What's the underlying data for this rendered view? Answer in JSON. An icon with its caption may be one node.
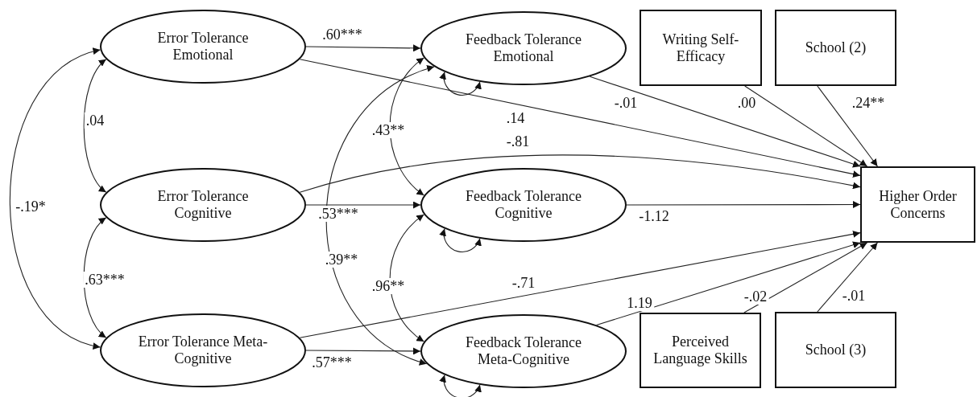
{
  "diagram": {
    "nodes": [
      {
        "text": [
          "Error Tolerance Emotional"
        ]
      },
      {
        "text": [
          "Error Tolerance Cognitive"
        ]
      },
      {
        "text": [
          "Error Tolerance Meta-Cognitive"
        ]
      },
      {
        "text": [
          "Feedback Tolerance Emotional"
        ]
      },
      {
        "text": [
          "Feedback Tolerance Cognitive"
        ]
      },
      {
        "text": [
          "Feedback Tolerance Meta-Cognitive"
        ]
      },
      {
        "text": [
          "Writing Self-Efficacy"
        ]
      },
      {
        "text": [
          "School (2)"
        ]
      },
      {
        "text": [
          "Higher Order Concerns"
        ]
      },
      {
        "text": [
          "Perceived Language Skills"
        ]
      },
      {
        "text": [
          "School (3)"
        ]
      }
    ],
    "edges": [
      {
        "from": 0,
        "to": 3,
        "arrow": "to",
        "label": ".60***"
      },
      {
        "from": 0,
        "to": 8,
        "arrow": "to",
        "label": ".14"
      },
      {
        "from": 3,
        "to": 8,
        "arrow": "to",
        "label": "-.01"
      },
      {
        "from": 6,
        "to": 8,
        "arrow": "to",
        "label": ".00"
      },
      {
        "from": 7,
        "to": 8,
        "arrow": "to",
        "label": ".24**"
      },
      {
        "from": 1,
        "to": 8,
        "arrow": "to",
        "label": "-.81"
      },
      {
        "from": 1,
        "to": 4,
        "arrow": "to",
        "label": ".53***"
      },
      {
        "from": 4,
        "to": 8,
        "arrow": "to",
        "label": "-1.12"
      },
      {
        "from": 2,
        "to": 8,
        "arrow": "to",
        "label": "-.71"
      },
      {
        "from": 5,
        "to": 8,
        "arrow": "to",
        "label": "1.19"
      },
      {
        "from": 9,
        "to": 8,
        "arrow": "to",
        "label": "-.02"
      },
      {
        "from": 10,
        "to": 8,
        "arrow": "to",
        "label": "-.01"
      },
      {
        "from": 2,
        "to": 5,
        "arrow": "to",
        "label": ".57***"
      },
      {
        "from": 0,
        "to": 1,
        "arrow": "both",
        "label": ".04"
      },
      {
        "from": 1,
        "to": 2,
        "arrow": "both",
        "label": ".63***"
      },
      {
        "from": 0,
        "to": 2,
        "arrow": "both",
        "label": "-.19*"
      },
      {
        "from": 3,
        "to": 4,
        "arrow": "both",
        "label": ".43**"
      },
      {
        "from": 4,
        "to": 5,
        "arrow": "both",
        "label": ".96**"
      },
      {
        "from": 3,
        "to": 5,
        "arrow": "both",
        "label": ".39**"
      },
      {
        "from": 3,
        "to": 3,
        "arrow": "both"
      },
      {
        "from": 4,
        "to": 4,
        "arrow": "both"
      },
      {
        "from": 5,
        "to": 5,
        "arrow": "both"
      }
    ]
  }
}
